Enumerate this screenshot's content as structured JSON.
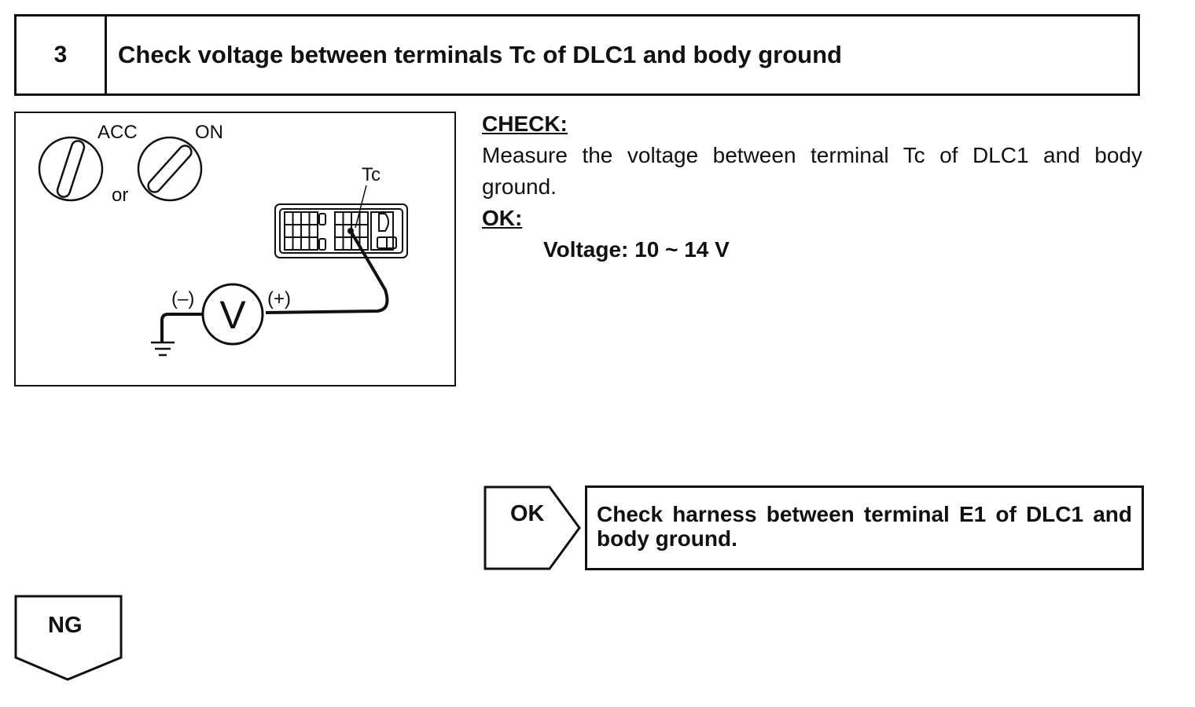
{
  "step": {
    "number": "3",
    "title": "Check voltage between terminals Tc of DLC1 and body ground"
  },
  "figure": {
    "key_acc_label": "ACC",
    "key_on_label": "ON",
    "or_label": "or",
    "terminal_label": "Tc",
    "minus_label": "(–)",
    "plus_label": "(+)",
    "meter_symbol": "V",
    "icons": [
      "ignition-key-acc-icon",
      "ignition-key-on-icon",
      "dlc1-connector-icon",
      "voltmeter-icon",
      "ground-symbol-icon"
    ]
  },
  "check": {
    "heading": "CHECK:",
    "text": "Measure the voltage between terminal Tc of DLC1 and body ground.",
    "ok_heading": "OK:",
    "spec": "Voltage: 10 ~ 14 V"
  },
  "ok_branch": {
    "label": "OK",
    "text": "Check harness between terminal E1 of DLC1 and body ground."
  },
  "ng_branch": {
    "label": "NG"
  }
}
